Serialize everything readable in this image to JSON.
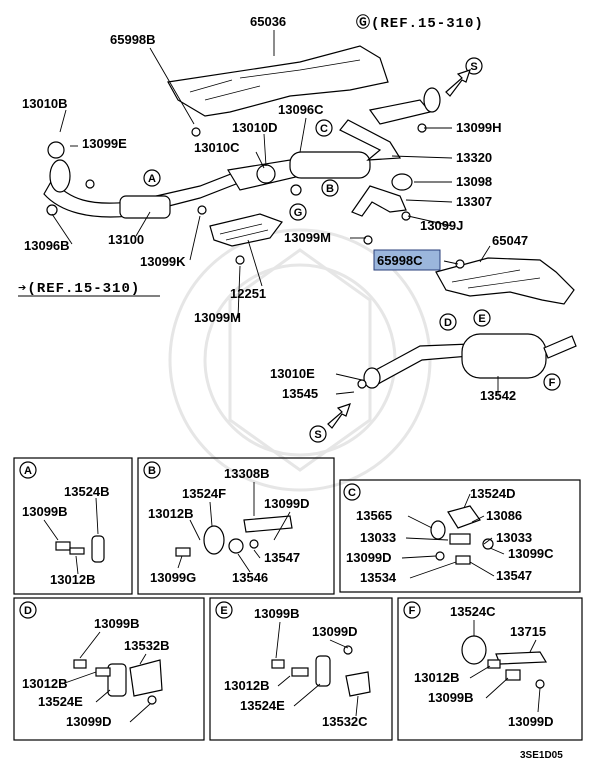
{
  "refs": {
    "g_ref": "Ⓖ(REF.15-310)",
    "left_ref": "➔(REF.15-310)"
  },
  "main_labels": {
    "p65036": "65036",
    "p65998b": "65998B",
    "p13010b": "13010B",
    "p13099e": "13099E",
    "p13096c": "13096C",
    "p13010d": "13010D",
    "p13010c": "13010C",
    "p13099h": "13099H",
    "p13320": "13320",
    "p13098": "13098",
    "p13307": "13307",
    "p13099j": "13099J",
    "p13096b": "13096B",
    "p13100": "13100",
    "p13099k": "13099K",
    "p13099m_a": "13099M",
    "p13099m_b": "13099M",
    "p12251": "12251",
    "p65047": "65047",
    "p65998c": "65998C",
    "p13010e": "13010E",
    "p13545": "13545",
    "p13542": "13542"
  },
  "callouts": {
    "a": "A",
    "b": "B",
    "c": "C",
    "d": "D",
    "e": "E",
    "f": "F",
    "g": "G",
    "s1": "S",
    "s2": "S"
  },
  "detail_a": {
    "letter": "A",
    "l1": "13524B",
    "l2": "13099B",
    "l3": "13012B"
  },
  "detail_b": {
    "letter": "B",
    "l1": "13308B",
    "l2": "13524F",
    "l3": "13099D",
    "l4": "13012B",
    "l5": "13547",
    "l6": "13099G",
    "l7": "13546"
  },
  "detail_c": {
    "letter": "C",
    "l1": "13524D",
    "l2": "13565",
    "l3": "13086",
    "l4": "13033",
    "l5": "13033",
    "l6": "13099C",
    "l7": "13099D",
    "l8": "13534",
    "l9": "13547"
  },
  "detail_d": {
    "letter": "D",
    "l1": "13099B",
    "l2": "13532B",
    "l3": "13012B",
    "l4": "13524E",
    "l5": "13099D"
  },
  "detail_e": {
    "letter": "E",
    "l1": "13099B",
    "l2": "13099D",
    "l3": "13012B",
    "l4": "13524E",
    "l5": "13532C"
  },
  "detail_f": {
    "letter": "F",
    "l1": "13524C",
    "l2": "13715",
    "l3": "13012B",
    "l4": "13099B",
    "l5": "13099D"
  },
  "footer_code": "3SE1D05",
  "colors": {
    "highlight_fill": "#9bb6dc",
    "highlight_stroke": "#2a3f7a",
    "ink": "#000000"
  }
}
